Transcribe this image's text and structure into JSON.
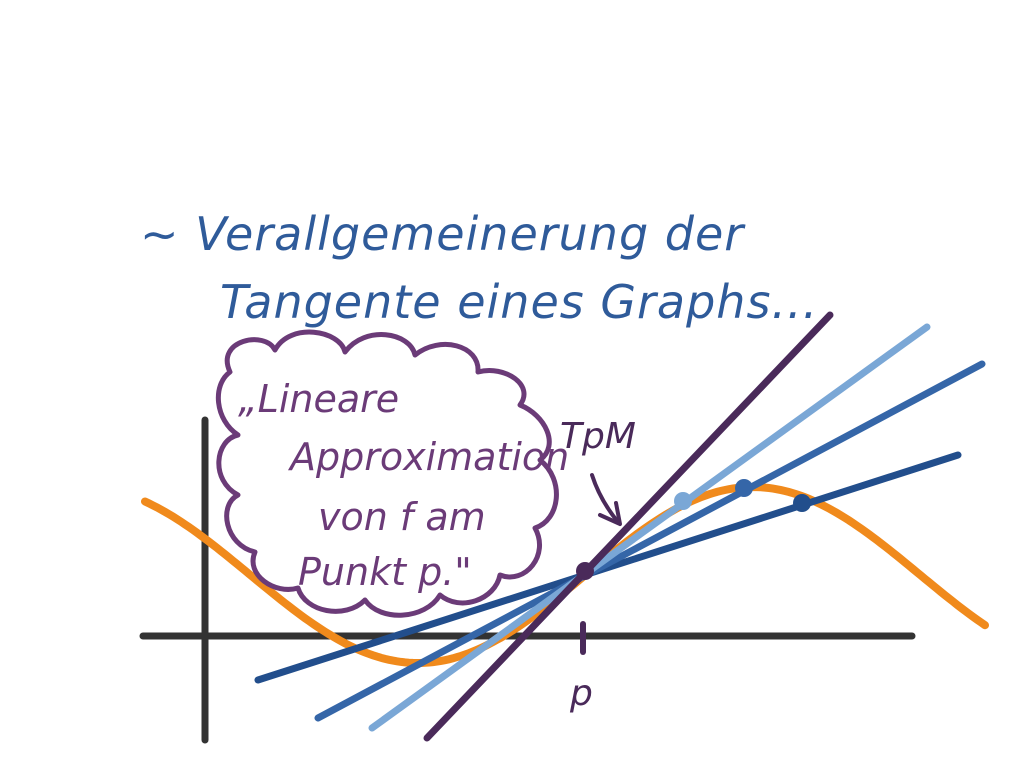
{
  "heading": {
    "line1": "~ Verallgemeinerung der",
    "line2": "Tangente eines Graphs..."
  },
  "cloud": {
    "lines": [
      "„Lineare",
      "Approximation",
      "von f am",
      "Punkt p.\""
    ]
  },
  "tangent_label": "TpM",
  "point_label": "p",
  "colors": {
    "axes": "#333333",
    "curve": "#f08a1c",
    "tangent": "#4a2a5a",
    "secant_light": "#7aa7d6",
    "secant_mid": "#3566a8",
    "secant_dark": "#224e8c",
    "heading": "#2f5b9a",
    "cloud": "#6b3b78"
  }
}
